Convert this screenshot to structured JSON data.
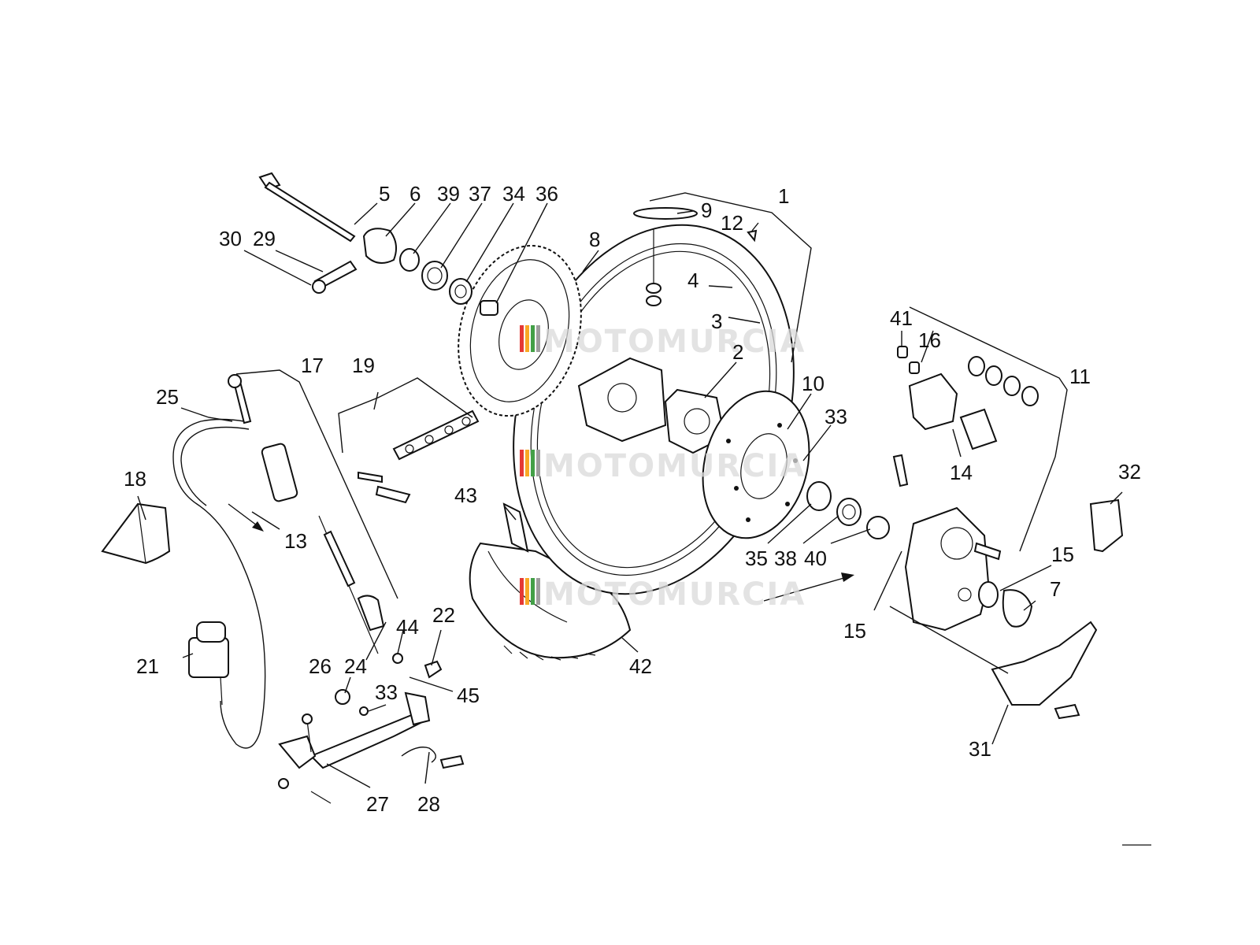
{
  "watermark": {
    "text": "MOTOMURCIA",
    "colors": [
      "#e53935",
      "#f9a825",
      "#43a047",
      "#9e9e9e"
    ]
  },
  "callouts": [
    "1",
    "2",
    "3",
    "4",
    "5",
    "6",
    "7",
    "8",
    "9",
    "10",
    "11",
    "12",
    "13",
    "14",
    "15",
    "15",
    "16",
    "17",
    "18",
    "19",
    "21",
    "22",
    "24",
    "25",
    "26",
    "27",
    "28",
    "29",
    "30",
    "31",
    "32",
    "33",
    "33",
    "34",
    "35",
    "36",
    "37",
    "38",
    "39",
    "40",
    "41",
    "42",
    "43",
    "44",
    "45"
  ]
}
